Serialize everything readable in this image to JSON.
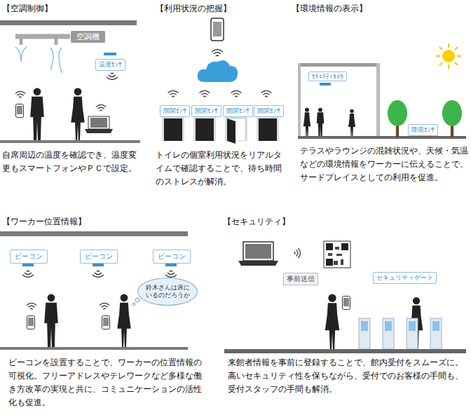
{
  "diagram": {
    "nodes": [
      {
        "text": [
          "空調機"
        ]
      },
      {
        "text": [
          "温度ｾﾝｻ"
        ]
      },
      {
        "text": [
          "開閉ｾﾝｻ"
        ]
      },
      {
        "text": [
          "開閉ｾﾝｻ"
        ]
      },
      {
        "text": [
          "開閉ｾﾝｻ"
        ]
      },
      {
        "text": [
          "開閉ｾﾝｻ"
        ]
      },
      {
        "text": [
          "ｾｷｭﾘﾃｨｶﾒﾗ"
        ]
      },
      {
        "text": [
          "降雨ｾﾝｻ"
        ]
      },
      {
        "text": [
          "ビーコン"
        ]
      },
      {
        "text": [
          "ビーコン"
        ]
      },
      {
        "text": [
          "ビーコン"
        ]
      },
      {
        "text": [
          "鈴木さんは席にいるのだろうか"
        ]
      },
      {
        "text": [
          "事前送信"
        ]
      },
      {
        "text": [
          "セキュリティゲート"
        ]
      }
    ],
    "labels": [
      "【空調制御】",
      "【利用状況の把握】",
      "【環境情報の表示】",
      "自席周辺の温度を確認でき、温度変更もスマートフォンやＰＣで設定。",
      "トイレの個室利用状況をリアルタイムで確認することで、待ち時間のストレスが解消。",
      "テラスやラウンジの混雑状況や、天候・気温などの環境情報をワーカーに伝えることで、サードプレイスとしての利用を促進。",
      "【ワーカー位置情報】",
      "【セキュリティ】",
      "ビーコンを設置することで、ワーカーの位置情報の可視化。フリーアドレスやテレワークなど多様な働き方改革の実現と共に、コミュニケーションの活性化も促進。",
      "来館者情報を事前に登録することで、館内受付をスムーズに。高いセキュリティ性を保ちながら、受付でのお客様の手間も、受付スタッフの手間も解消。"
    ]
  }
}
